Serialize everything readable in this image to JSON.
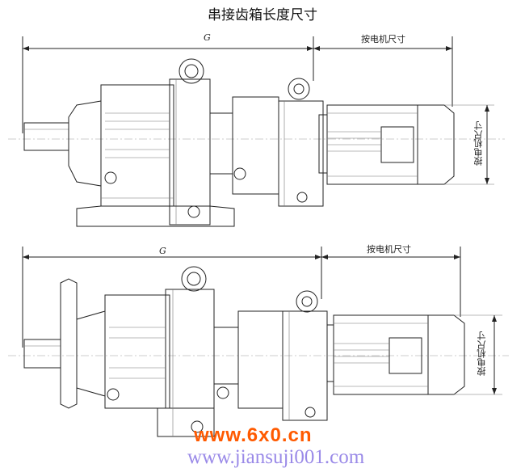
{
  "title": "串接齿箱长度尺寸",
  "top_drawing": {
    "dim_g": "G",
    "dim_motor_length": "按电机尺寸",
    "dim_motor_height": "按电机尺寸"
  },
  "bottom_drawing": {
    "dim_g": "G",
    "dim_motor_length": "按电机尺寸",
    "dim_motor_height": "按电机尺寸"
  },
  "watermark": {
    "primary": "www.6x0.cn",
    "secondary": "www.jiansuji001.com",
    "primary_color": "#ff5a00",
    "secondary_color": "#9a8ae8"
  }
}
